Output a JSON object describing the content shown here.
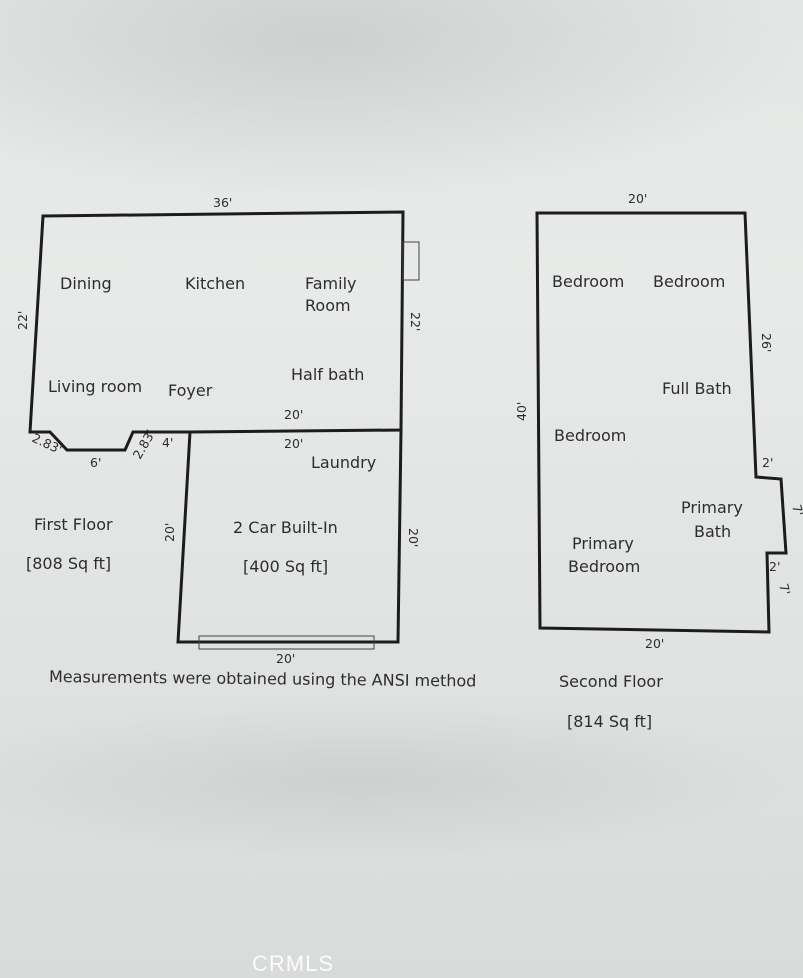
{
  "first_floor": {
    "title": "First Floor",
    "area": "[808 Sq ft]",
    "rooms": {
      "dining": "Dining",
      "kitchen": "Kitchen",
      "family_room_1": "Family",
      "family_room_2": "Room",
      "living_room": "Living room",
      "foyer": "Foyer",
      "half_bath": "Half bath",
      "laundry": "Laundry",
      "garage": "2 Car Built-In",
      "garage_area": "[400 Sq ft]"
    },
    "dimensions": {
      "top": "36'",
      "left": "22'",
      "right": "22'",
      "mid": "20'",
      "garage_top": "20'",
      "bay_left": "2.83'",
      "bay_bottom": "6'",
      "bay_right": "2.83'",
      "small": "4'",
      "garage_left": "20'",
      "garage_right": "20'",
      "garage_bottom": "20'"
    },
    "note": "Measurements were obtained using the ANSI method"
  },
  "second_floor": {
    "title": "Second Floor",
    "area": "[814 Sq ft]",
    "rooms": {
      "bedroom_1": "Bedroom",
      "bedroom_2": "Bedroom",
      "full_bath": "Full Bath",
      "bedroom_3": "Bedroom",
      "primary_bath_1": "Primary",
      "primary_bath_2": "Bath",
      "primary_bedroom_1": "Primary",
      "primary_bedroom_2": "Bedroom"
    },
    "dimensions": {
      "top": "20'",
      "left": "40'",
      "right_upper": "26'",
      "jog_top": "2'",
      "jog_side": "7'",
      "jog_bottom": "2'",
      "right_lower": "7'",
      "bottom": "20'"
    }
  },
  "watermark": "CRMLS"
}
